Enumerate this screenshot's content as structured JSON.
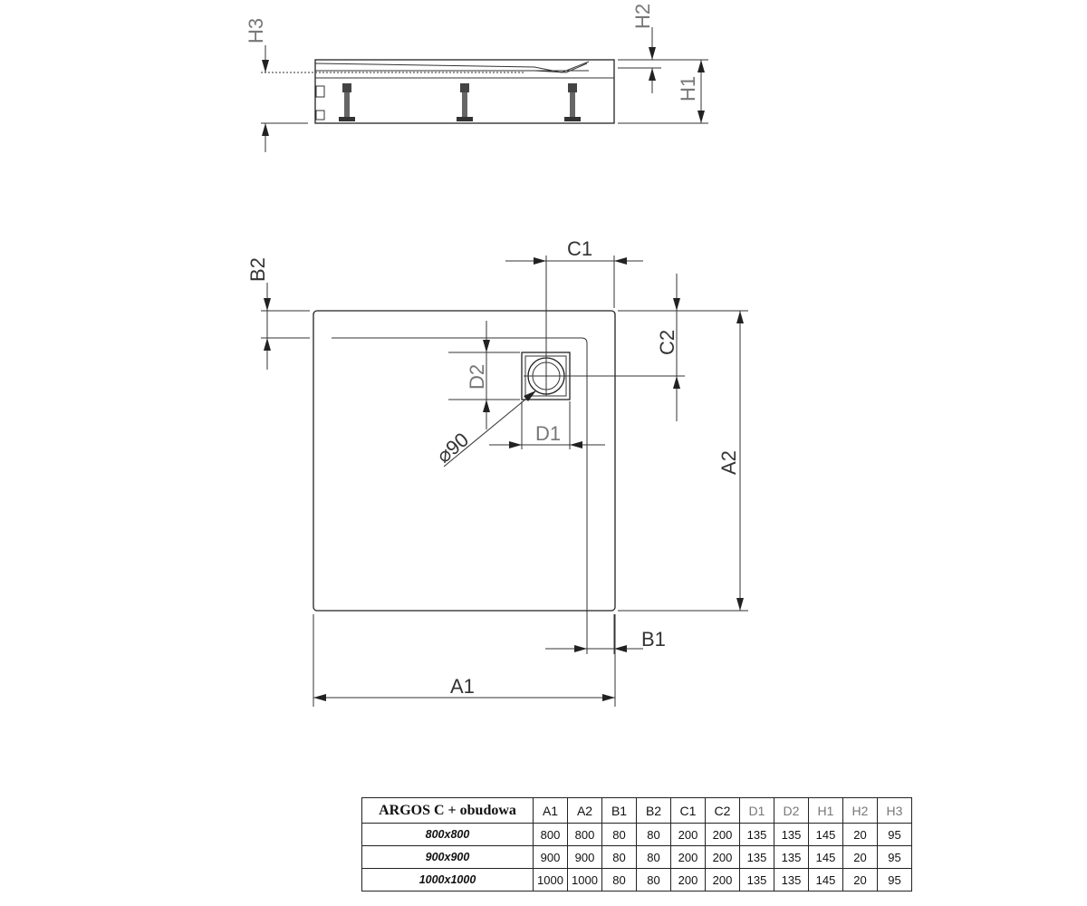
{
  "labels": {
    "H1": "H1",
    "H2": "H2",
    "H3": "H3",
    "A1": "A1",
    "A2": "A2",
    "B1": "B1",
    "B2": "B2",
    "C1": "C1",
    "C2": "C2",
    "D1": "D1",
    "D2": "D2",
    "diameter": "⌀90"
  },
  "table": {
    "title": "ARGOS C + obudowa",
    "columns": [
      "A1",
      "A2",
      "B1",
      "B2",
      "C1",
      "C2",
      "D1",
      "D2",
      "H1",
      "H2",
      "H3"
    ],
    "grey_columns": [
      "D1",
      "D2",
      "H1",
      "H2",
      "H3"
    ],
    "rows": [
      {
        "model": "800x800",
        "values": [
          "800",
          "800",
          "80",
          "80",
          "200",
          "200",
          "135",
          "135",
          "145",
          "20",
          "95"
        ]
      },
      {
        "model": "900x900",
        "values": [
          "900",
          "900",
          "80",
          "80",
          "200",
          "200",
          "135",
          "135",
          "145",
          "20",
          "95"
        ]
      },
      {
        "model": "1000x1000",
        "values": [
          "1000",
          "1000",
          "80",
          "80",
          "200",
          "200",
          "135",
          "135",
          "145",
          "20",
          "95"
        ]
      }
    ]
  }
}
